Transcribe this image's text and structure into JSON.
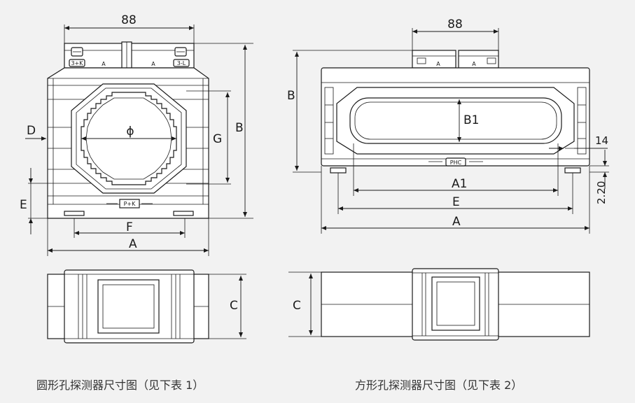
{
  "figures": {
    "round": {
      "top_width_label": "88",
      "label_phi": "ϕ",
      "label_D": "D",
      "label_G": "G",
      "label_B": "B",
      "label_E": "E",
      "label_F": "F",
      "label_A": "A",
      "label_C": "C",
      "terminal_left": "3+K",
      "terminal_right": "3-L",
      "terminal_left_glyph": "A",
      "terminal_right_glyph": "A",
      "plate": "P+K",
      "caption": "圆形孔探测器尺寸图（见下表 1）"
    },
    "square": {
      "top_width_label": "88",
      "label_B": "B",
      "label_B1": "B1",
      "label_14": "14",
      "label_220": "2.20",
      "label_A1": "A1",
      "label_E": "E",
      "label_A": "A",
      "label_C": "C",
      "plate": "PHC",
      "caption": "方形孔探测器尺寸图（见下表 2）"
    }
  },
  "colors": {
    "background": "#f2f2f2",
    "line": "#1a1a1a",
    "caption": "#333333"
  }
}
